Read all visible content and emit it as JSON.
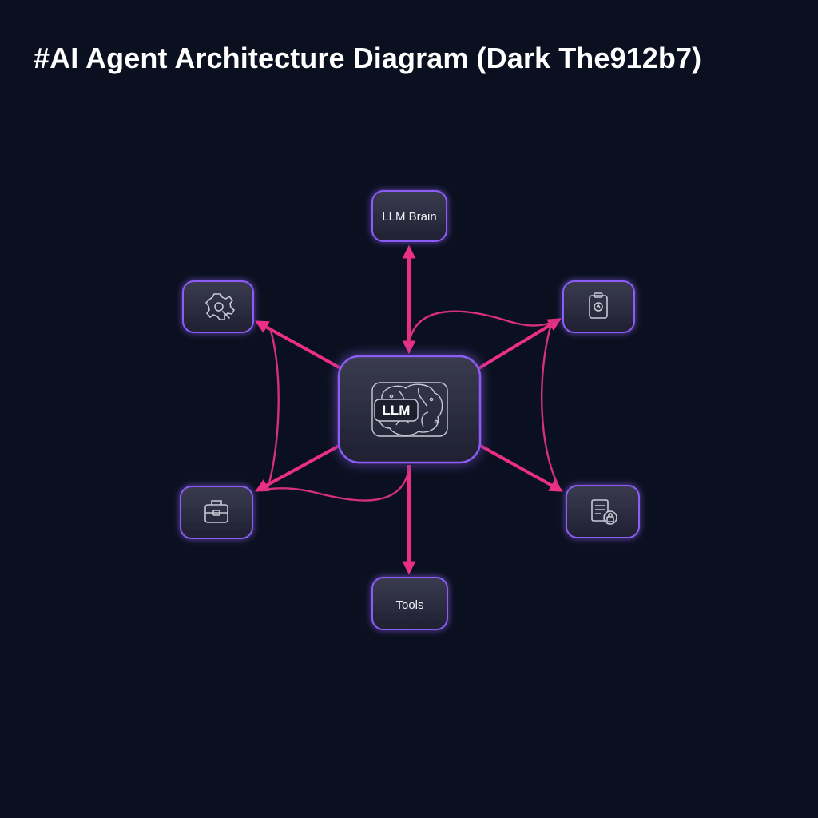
{
  "title": "#AI Agent Architecture Diagram (Dark The912b7)",
  "colors": {
    "background": "#0b1020",
    "node_fill": "#2a2b3d",
    "node_border": "#8b5cf6",
    "connector": "#ec2f86",
    "text": "#ffffff"
  },
  "nodes": {
    "center": {
      "label": "LLM",
      "icon": "brain-circuit-icon"
    },
    "top": {
      "label": "LLM Brain"
    },
    "bottom": {
      "label": "Tools"
    },
    "upper_left": {
      "icon": "gear-wrench-icon"
    },
    "upper_right": {
      "icon": "clipboard-icon"
    },
    "lower_left": {
      "icon": "briefcase-icon"
    },
    "lower_right": {
      "icon": "document-lock-icon"
    }
  }
}
